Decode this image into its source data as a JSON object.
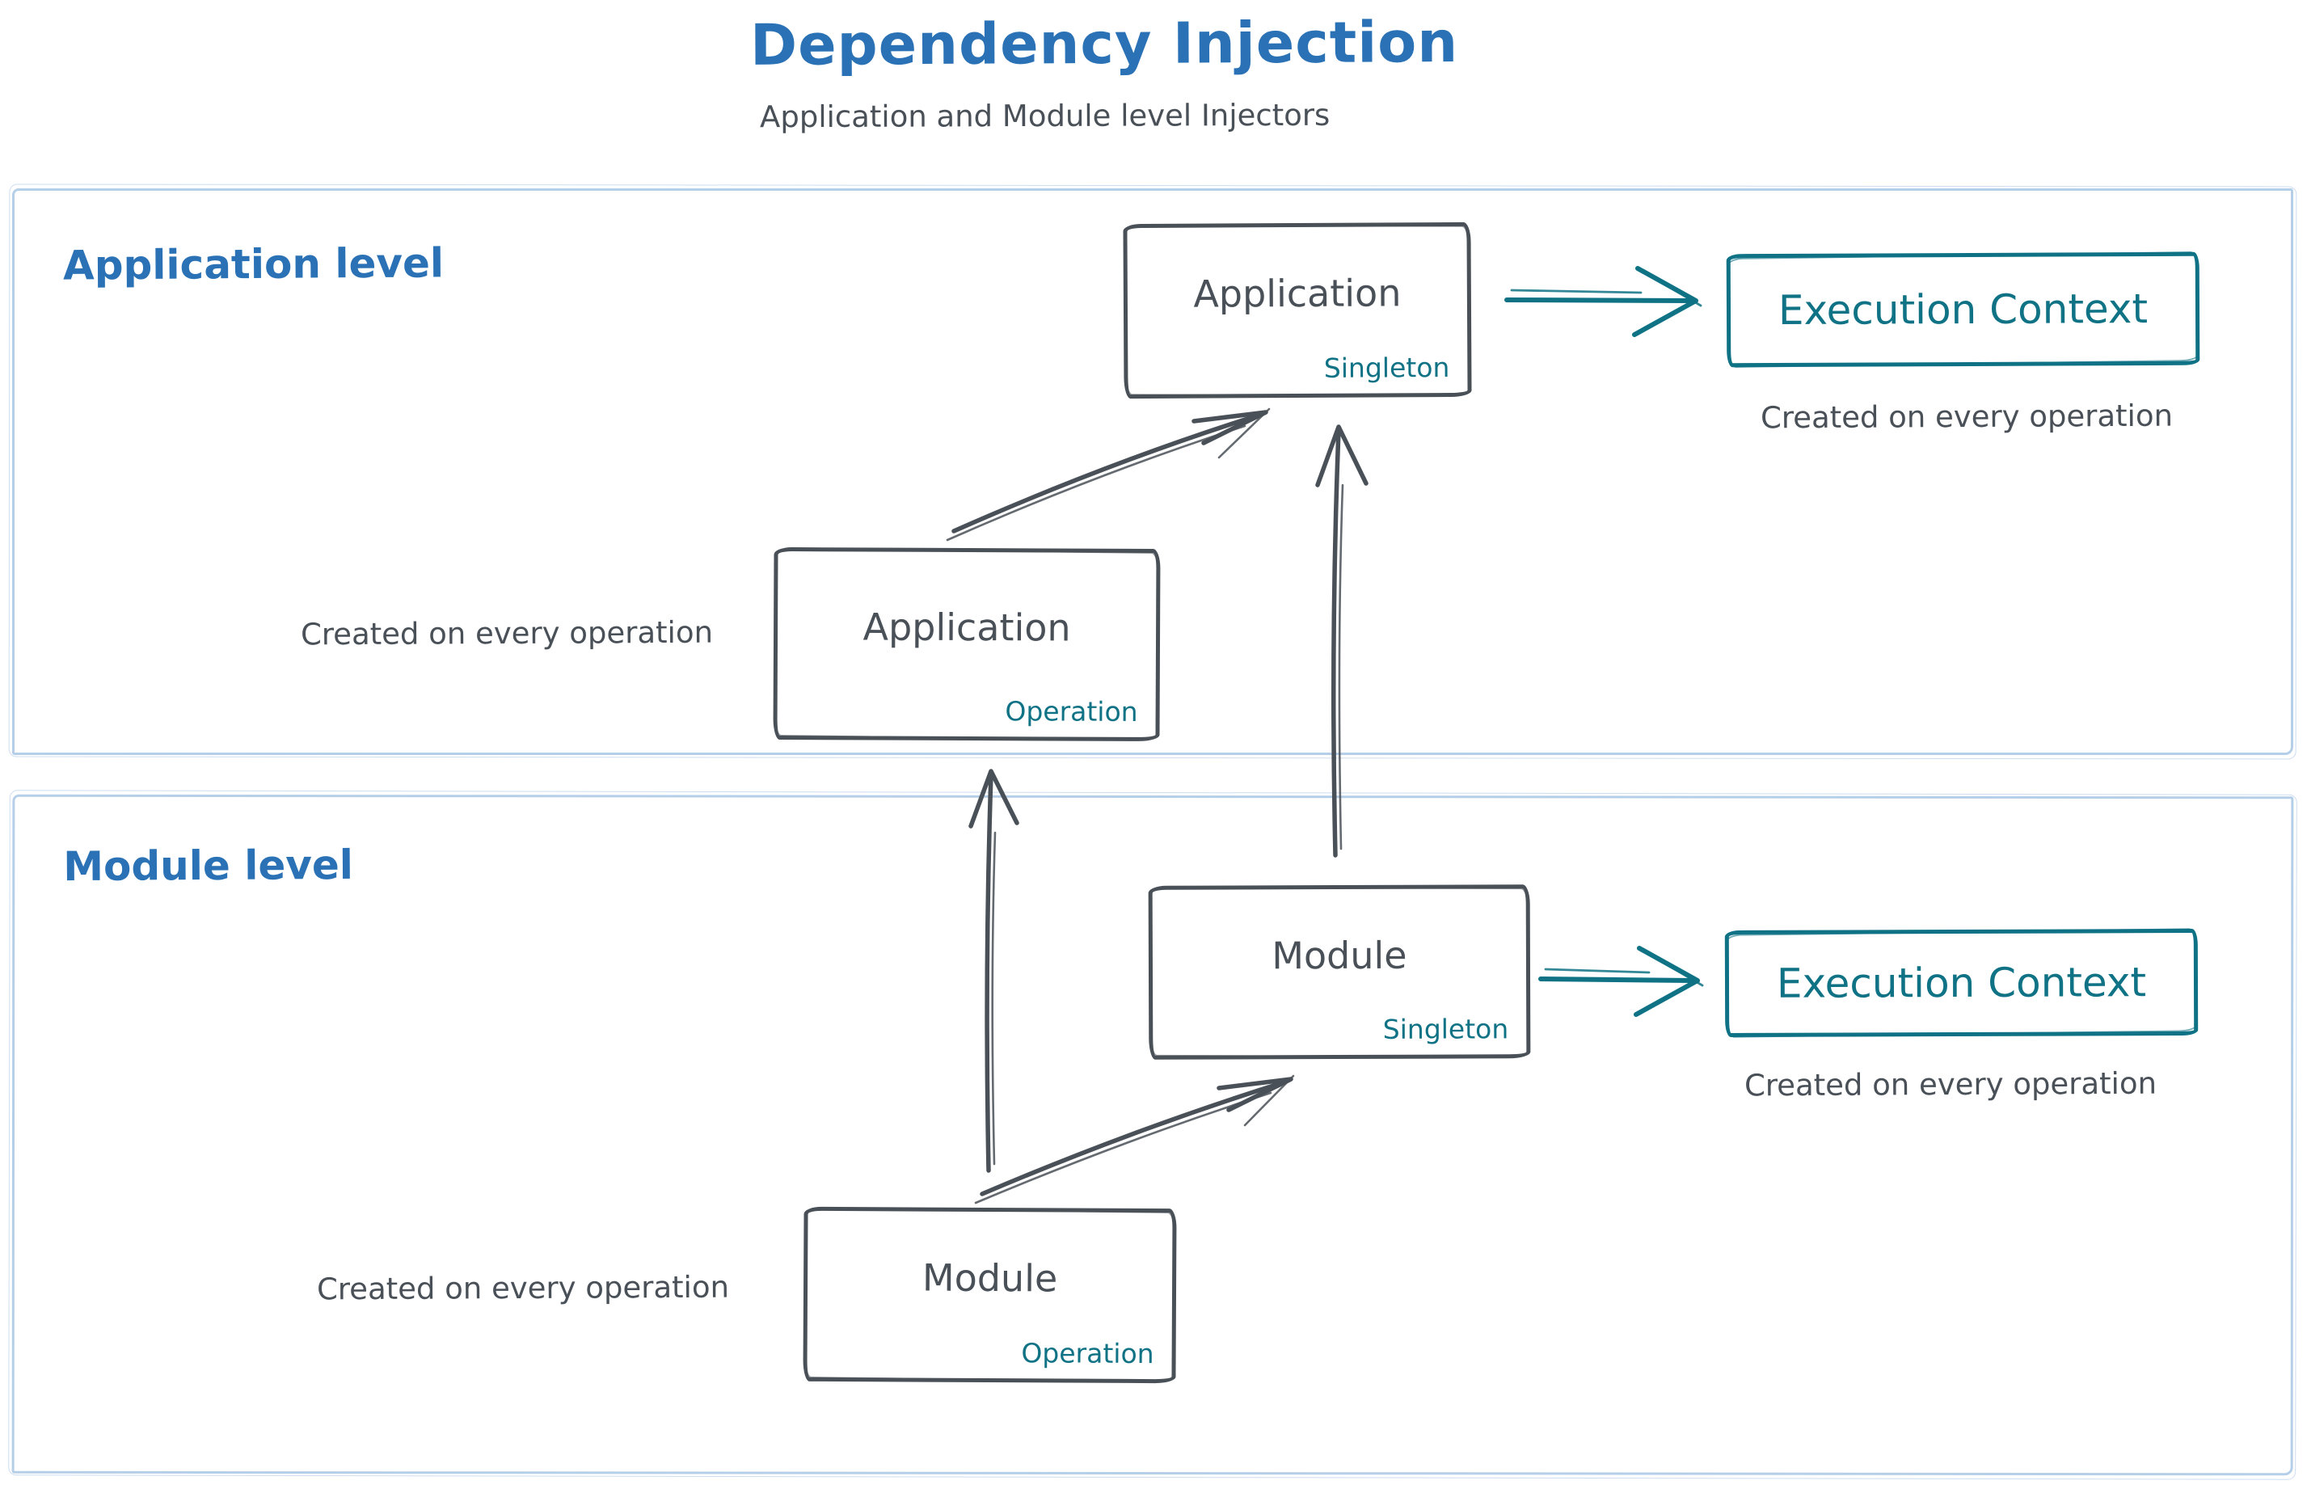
{
  "header": {
    "title": "Dependency Injection",
    "subtitle": "Application and Module level Injectors"
  },
  "sections": {
    "application": {
      "label": "Application level"
    },
    "module": {
      "label": "Module level"
    }
  },
  "nodes": {
    "app_singleton": {
      "title": "Application",
      "subtitle": "Singleton"
    },
    "app_operation": {
      "title": "Application",
      "subtitle": "Operation"
    },
    "module_singleton": {
      "title": "Module",
      "subtitle": "Singleton"
    },
    "module_operation": {
      "title": "Module",
      "subtitle": "Operation"
    },
    "exec_app": {
      "label": "Execution Context"
    },
    "exec_module": {
      "label": "Execution Context"
    }
  },
  "captions": {
    "exec_app": "Created on every operation",
    "exec_module": "Created on every operation",
    "app_operation": "Created on every operation",
    "module_operation": "Created on every operation"
  },
  "colors": {
    "accent_blue": "#2a72b5",
    "ink_dark": "#495057",
    "teal": "#0f7285",
    "container_border": "#b6cfe9",
    "background": "#ffffff"
  }
}
